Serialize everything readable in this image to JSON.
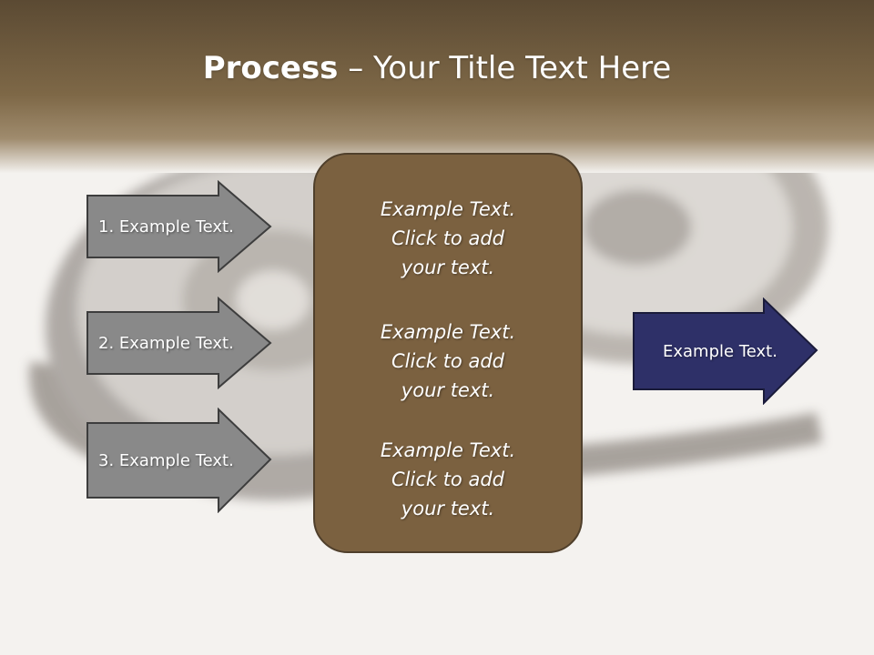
{
  "slide": {
    "title_bold": "Process",
    "title_rest": " – Your Title Text Here"
  },
  "colors": {
    "header_brown": "#7e6847",
    "box_brown": "#7b6140",
    "arrow_gray": "#8a8a8a",
    "arrow_navy": "#2e3068"
  },
  "left_arrows": [
    {
      "label": "1. Example Text."
    },
    {
      "label": "2. Example Text."
    },
    {
      "label": "3. Example Text."
    }
  ],
  "center_blocks": [
    {
      "line1": "Example Text.",
      "line2": "Click  to add",
      "line3": "your text."
    },
    {
      "line1": "Example Text.",
      "line2": "Click  to add",
      "line3": "your text."
    },
    {
      "line1": "Example Text.",
      "line2": "Click  to add",
      "line3": "your text."
    }
  ],
  "right_arrow": {
    "label": "Example Text."
  },
  "background_image": "film-reel"
}
